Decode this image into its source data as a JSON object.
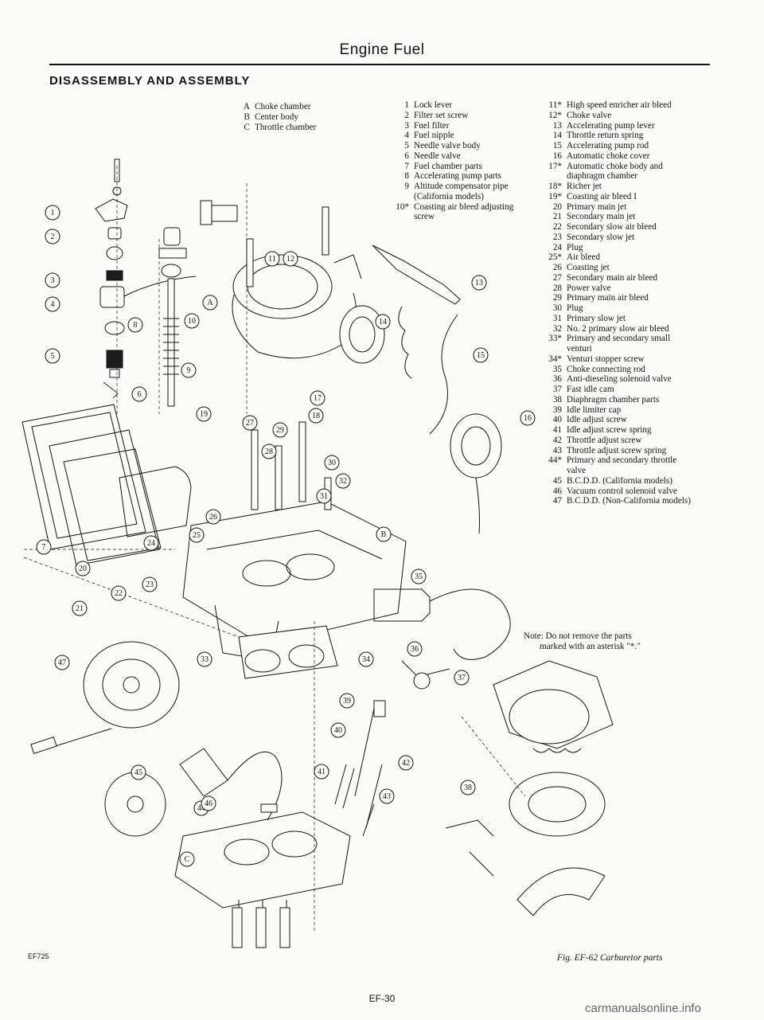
{
  "header": {
    "title": "Engine Fuel"
  },
  "section_title": "DISASSEMBLY AND ASSEMBLY",
  "legend_abc": [
    {
      "num": "A",
      "text": "Choke chamber"
    },
    {
      "num": "B",
      "text": "Center body"
    },
    {
      "num": "C",
      "text": "Throttle chamber"
    }
  ],
  "legend_1": [
    {
      "num": "1",
      "text": "Lock lever"
    },
    {
      "num": "2",
      "text": "Filter set screw"
    },
    {
      "num": "3",
      "text": "Fuel filter"
    },
    {
      "num": "4",
      "text": "Fuel nipple"
    },
    {
      "num": "5",
      "text": "Needle valve body"
    },
    {
      "num": "6",
      "text": "Needle valve"
    },
    {
      "num": "7",
      "text": "Fuel chamber parts"
    },
    {
      "num": "8",
      "text": "Accelerating pump parts"
    },
    {
      "num": "9",
      "text": "Altitude compensator pipe"
    },
    {
      "num": "",
      "text": "(California models)"
    },
    {
      "num": "10*",
      "text": "Coasting air bleed adjusting"
    },
    {
      "num": "",
      "text": "screw"
    }
  ],
  "legend_2": [
    {
      "num": "11*",
      "text": "High speed enricher air bleed"
    },
    {
      "num": "12*",
      "text": "Choke valve"
    },
    {
      "num": "13",
      "text": "Accelerating pump lever"
    },
    {
      "num": "14",
      "text": "Throttle return spring"
    },
    {
      "num": "15",
      "text": "Accelerating pump rod"
    },
    {
      "num": "16",
      "text": "Automatic choke cover"
    },
    {
      "num": "17*",
      "text": "Automatic choke body and"
    },
    {
      "num": "",
      "text": "diaphragm chamber"
    },
    {
      "num": "18*",
      "text": "Richer jet"
    },
    {
      "num": "19*",
      "text": "Coasting air bleed I"
    },
    {
      "num": "20",
      "text": "Primary main jet"
    },
    {
      "num": "21",
      "text": "Secondary main jet"
    },
    {
      "num": "22",
      "text": "Secondary slow air bleed"
    },
    {
      "num": "23",
      "text": "Secondary slow jet"
    },
    {
      "num": "24",
      "text": "Plug"
    },
    {
      "num": "25*",
      "text": "Air bleed"
    },
    {
      "num": "26",
      "text": "Coasting jet"
    },
    {
      "num": "27",
      "text": "Secondary main air bleed"
    },
    {
      "num": "28",
      "text": "Power valve"
    },
    {
      "num": "29",
      "text": "Primary main air bleed"
    },
    {
      "num": "30",
      "text": "Plug"
    },
    {
      "num": "31",
      "text": "Primary slow jet"
    },
    {
      "num": "32",
      "text": "No. 2 primary slow air bleed"
    },
    {
      "num": "33*",
      "text": "Primary and secondary small"
    },
    {
      "num": "",
      "text": "venturi"
    },
    {
      "num": "34*",
      "text": "Venturi stopper screw"
    },
    {
      "num": "35",
      "text": "Choke connecting rod"
    },
    {
      "num": "36",
      "text": "Anti-dieseling solenoid valve"
    },
    {
      "num": "37",
      "text": "Fast idle cam"
    },
    {
      "num": "38",
      "text": "Diaphragm chamber parts"
    },
    {
      "num": "39",
      "text": "Idle limiter cap"
    },
    {
      "num": "40",
      "text": "Idle adjust screw"
    },
    {
      "num": "41",
      "text": "Idle adjust screw spring"
    },
    {
      "num": "42",
      "text": "Throttle adjust screw"
    },
    {
      "num": "43",
      "text": "Throttle adjust screw spring"
    },
    {
      "num": "44*",
      "text": "Primary and secondary throttle"
    },
    {
      "num": "",
      "text": "valve"
    },
    {
      "num": "45",
      "text": "B.C.D.D. (California models)"
    },
    {
      "num": "46",
      "text": "Vacuum control solenoid valve"
    },
    {
      "num": "47",
      "text": "B.C.D.D. (Non-California models)"
    }
  ],
  "note": {
    "line1": "Note: Do not remove the parts",
    "line2": "marked with an asterisk \"*.\""
  },
  "callouts": [
    "1",
    "2",
    "3",
    "4",
    "5",
    "6",
    "7",
    "8",
    "9",
    "10",
    "11",
    "12",
    "13",
    "14",
    "15",
    "16",
    "17",
    "18",
    "19",
    "20",
    "21",
    "22",
    "23",
    "24",
    "25",
    "26",
    "27",
    "28",
    "29",
    "30",
    "31",
    "32",
    "33",
    "34",
    "35",
    "36",
    "37",
    "38",
    "39",
    "40",
    "41",
    "42",
    "43",
    "44",
    "45",
    "46",
    "47",
    "A",
    "B",
    "C"
  ],
  "figure_code": "EF725",
  "caption": "Fig. EF-62 Carburetor parts",
  "page_number": "EF-30",
  "watermark": "carmanualsonline.info"
}
